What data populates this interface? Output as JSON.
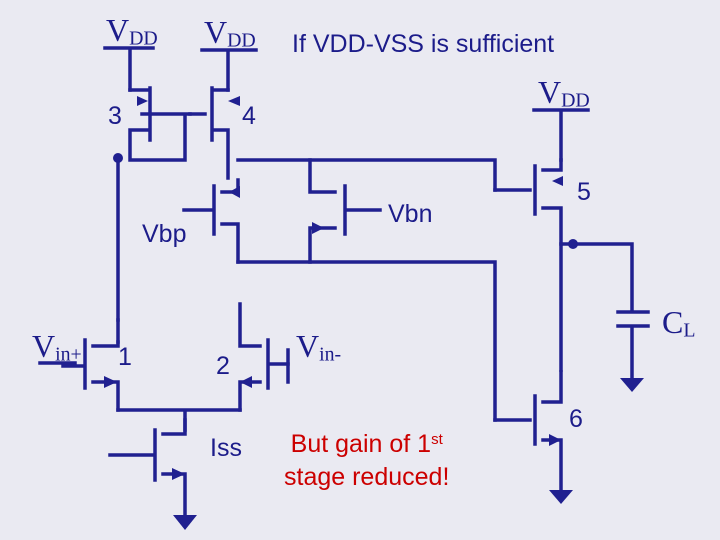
{
  "supplies": {
    "vdd_left": {
      "main": "V",
      "sub": "DD"
    },
    "vdd_mid": {
      "main": "V",
      "sub": "DD"
    },
    "vdd_right": {
      "main": "V",
      "sub": "DD"
    }
  },
  "heading": "If VDD-VSS is sufficient",
  "transistors": {
    "m1": "1",
    "m2": "2",
    "m3": "3",
    "m4": "4",
    "m5": "5",
    "m6": "6"
  },
  "bias": {
    "vbp": "Vbp",
    "vbn": "Vbn",
    "iss": "Iss"
  },
  "inputs": {
    "vin_plus": {
      "main": "V",
      "sub": "in+"
    },
    "vin_minus": {
      "main": "V",
      "sub": "in-"
    }
  },
  "load": {
    "main": "C",
    "sub": "L"
  },
  "note": {
    "line1_pre": "But gain of 1",
    "line1_sup": "st",
    "line2": "stage reduced!"
  },
  "colors": {
    "wire": "#202090",
    "label": "#1c1c8a",
    "note": "#cc0000",
    "background": "#eaeaf2"
  }
}
